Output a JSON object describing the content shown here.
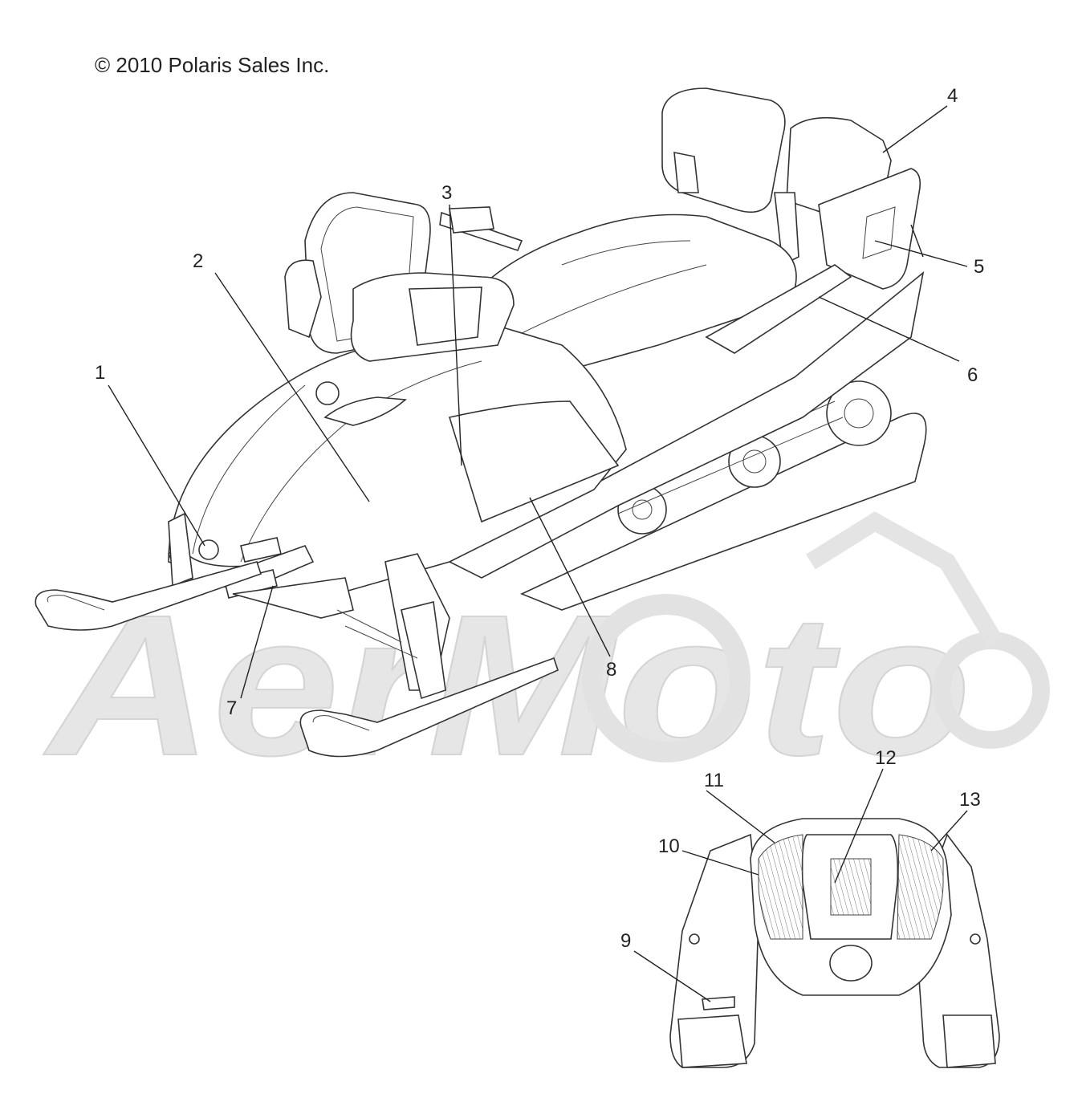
{
  "copyright": "© 2010 Polaris Sales Inc.",
  "watermark": "AerMoto",
  "callouts": [
    "1",
    "2",
    "3",
    "4",
    "5",
    "6",
    "7",
    "8",
    "9",
    "10",
    "11",
    "12",
    "13"
  ]
}
